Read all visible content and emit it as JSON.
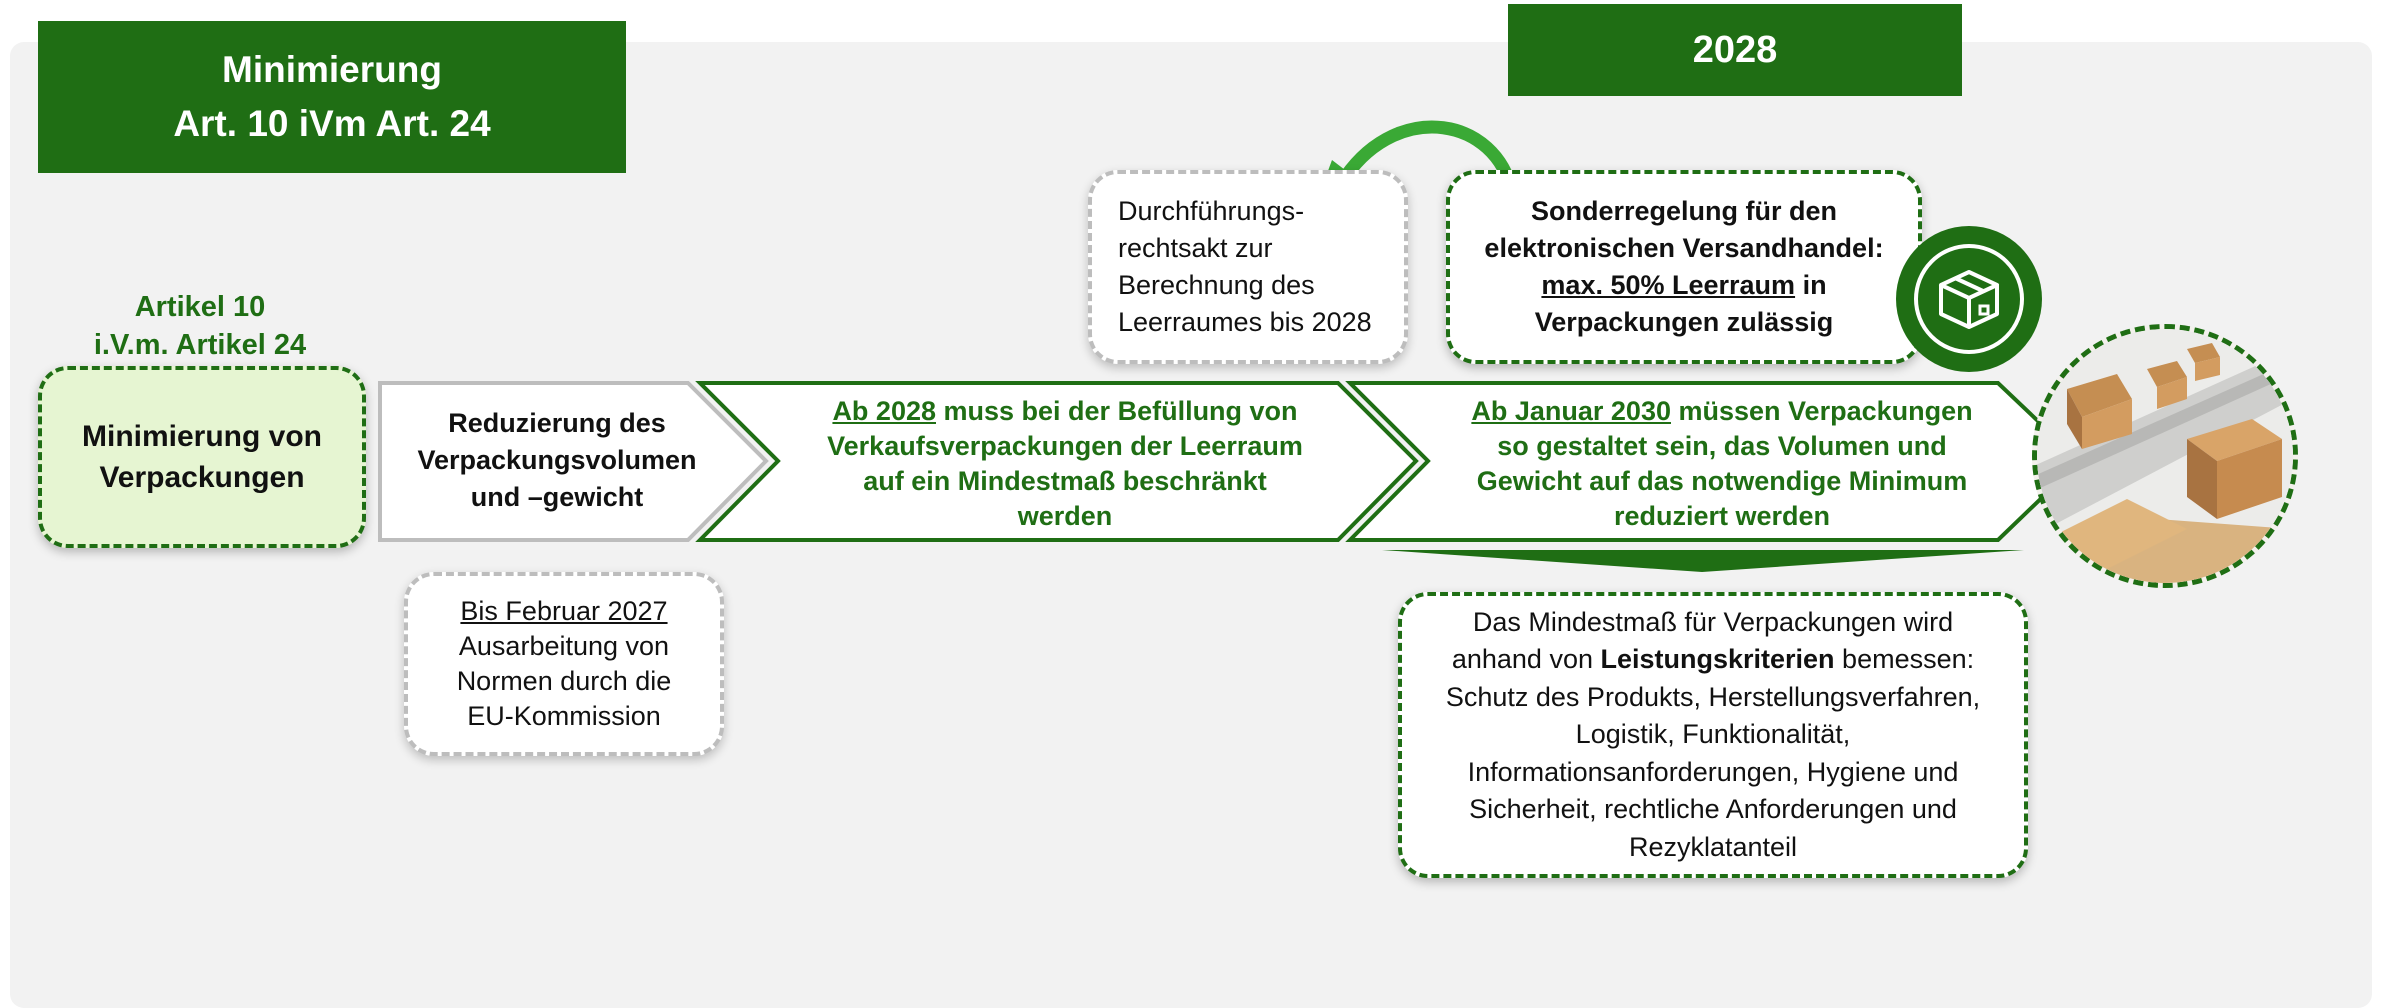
{
  "header_left": {
    "line1": "Minimierung",
    "line2": "Art. 10 iVm Art. 24"
  },
  "header_right": {
    "year": "2028"
  },
  "article_label": {
    "line1": "Artikel 10",
    "line2": "i.V.m. Artikel 24"
  },
  "minimization_box": {
    "line1": "Minimierung von",
    "line2": "Verpackungen"
  },
  "step_reduction": {
    "line1": "Reduzierung des",
    "line2": "Verpackungsvolumen",
    "line3": "und –gewicht"
  },
  "step_2028": {
    "underlined": "Ab 2028",
    "line1_rest": " muss bei der Befüllung von",
    "line2": "Verkaufsverpackungen der Leerraum",
    "line3": "auf ein Mindestmaß beschränkt",
    "line4": "werden"
  },
  "step_2030": {
    "underlined": "Ab Januar 2030",
    "line1_rest": " müssen Verpackungen",
    "line2": "so gestaltet sein, das Volumen und",
    "line3": "Gewicht auf das notwendige Minimum",
    "line4": "reduziert werden"
  },
  "norms_box": {
    "underlined": "Bis Februar 2027",
    "line2": "Ausarbeitung von",
    "line3": "Normen durch die",
    "line4": "EU-Kommission"
  },
  "implementing_act_box": {
    "line1": "Durchführungs-",
    "line2": "rechtsakt zur",
    "line3": "Berechnung des",
    "line4": "Leerraumes bis 2028"
  },
  "ecommerce_box": {
    "line1": "Sonderregelung für den",
    "line2": "elektronischen Versandhandel:",
    "underlined": "max. 50% Leerraum",
    "line3_rest": " in",
    "line4": "Verpackungen zulässig"
  },
  "criteria_box": {
    "line1": "Das Mindestmaß für Verpackungen wird",
    "line2_pre": "anhand von ",
    "line2_bold": "Leistungskriterien",
    "line2_post": " bemessen:",
    "line3": "Schutz des Produkts, Herstellungsverfahren,",
    "line4": "Logistik, Funktionalität,",
    "line5": "Informationsanforderungen, Hygiene und",
    "line6": "Sicherheit, rechtliche Anforderungen und",
    "line7": "Rezyklatanteil"
  },
  "icons": {
    "package": "package-box-icon",
    "photo": "conveyor-boxes-photo"
  },
  "colors": {
    "dark_green": "#1f6e14",
    "light_green_fill": "#e6f5d2",
    "panel_grey": "#f2f2f2",
    "arrow_green": "#3aa935"
  }
}
